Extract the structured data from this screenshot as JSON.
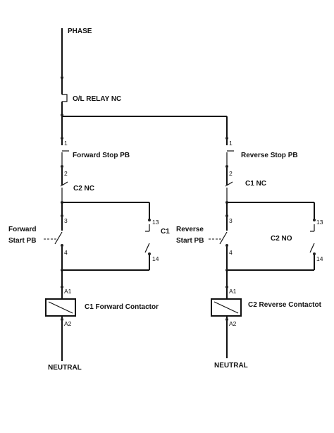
{
  "supply": {
    "phase": "PHASE",
    "neutral_left": "NEUTRAL",
    "neutral_right": "NEUTRAL"
  },
  "overload": {
    "label": "O/L RELAY NC"
  },
  "forward": {
    "stop_label": "Forward Stop PB",
    "stop_t1": "1",
    "stop_t2": "2",
    "interlock_label": "C2 NC",
    "start_label_line1": "Forward",
    "start_label_line2": "Start PB",
    "start_t3": "3",
    "start_t4": "4",
    "hold_label": "C1",
    "hold_t13": "13",
    "hold_t14": "14",
    "coil_a1": "A1",
    "coil_a2": "A2",
    "coil_label": "C1 Forward Contactor"
  },
  "reverse": {
    "stop_label": "Reverse Stop PB",
    "stop_t1": "1",
    "stop_t2": "2",
    "interlock_label": "C1 NC",
    "start_label_line1": "Reverse",
    "start_label_line2": "Start PB",
    "start_t3": "3",
    "start_t4": "4",
    "hold_label": "C2 NO",
    "hold_t13": "13",
    "hold_t14": "14",
    "coil_a1": "A1",
    "coil_a2": "A2",
    "coil_label": "C2 Reverse Contactot"
  }
}
